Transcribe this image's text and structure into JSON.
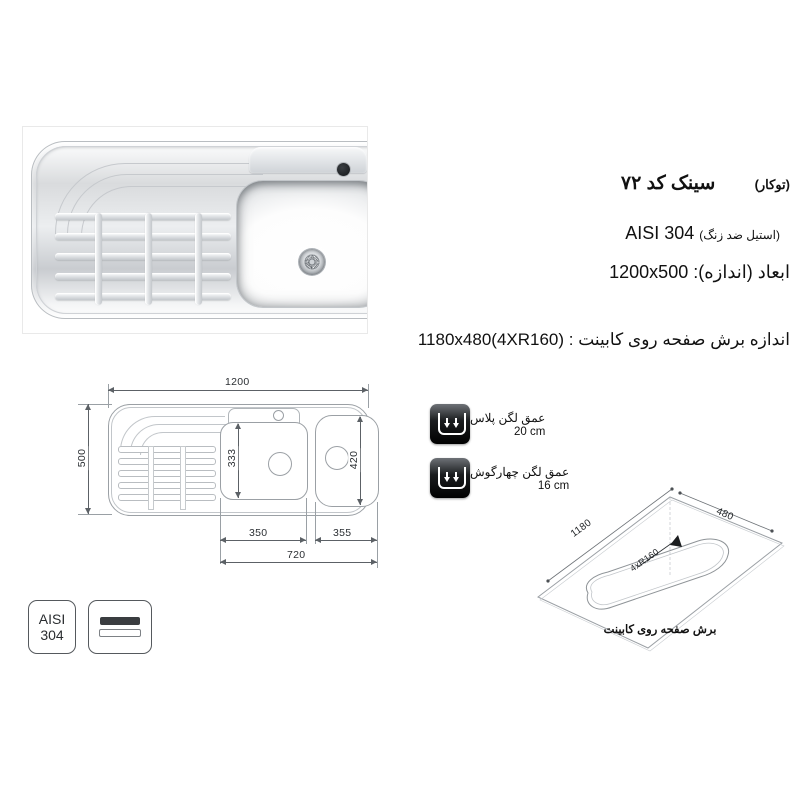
{
  "product": {
    "title_main": "سینک کد ۷۲",
    "title_paren": "(توکار)",
    "material_code": "AISI 304",
    "material_note": "(استیل ضد زنگ)",
    "size_line": "ابعاد (اندازه): 1200x500",
    "cutout_line": "اندازه برش صفحه روی کابینت : 1180x480(4XR160)"
  },
  "technical_drawing": {
    "dim_total_width": "1200",
    "dim_total_depth": "500",
    "dim_bowl_left_height": "333",
    "dim_bowl_right_height": "420",
    "dim_bowl_left_width": "350",
    "dim_bowl_right_width": "355",
    "dim_bowls_total": "720"
  },
  "depth_specs": [
    {
      "name": "عمق لگن پلاس",
      "value": "20 cm",
      "icon": "bowl-depth-icon"
    },
    {
      "name": "عمق لگن چهارگوش",
      "value": "16 cm",
      "icon": "bowl-depth-icon"
    }
  ],
  "cutout_diagram": {
    "dim_length": "1180",
    "dim_width": "480",
    "radius_label": "4xR160",
    "caption": "برش صفحه روی کابینت"
  },
  "badges": {
    "steel_line1": "AISI",
    "steel_line2": "304"
  },
  "colors": {
    "text": "#111111",
    "line": "#5c6166",
    "light_line": "#9ba0a5",
    "badge_dark": "#000000"
  }
}
